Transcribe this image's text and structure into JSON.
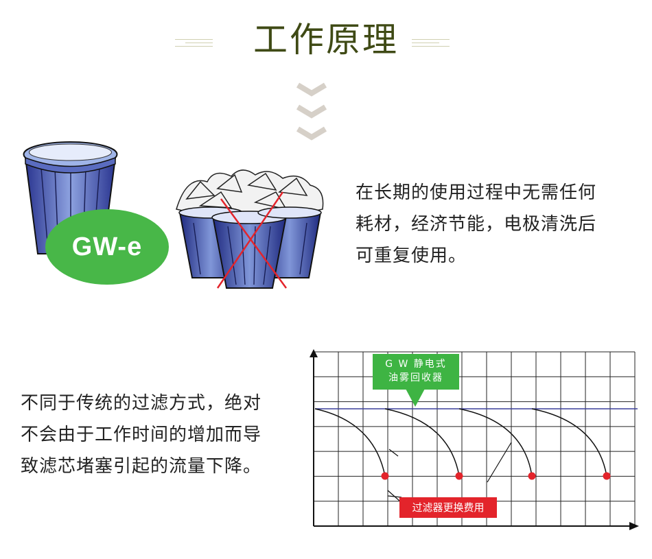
{
  "header": {
    "title": "工作原理"
  },
  "illustration": {
    "badge_label": "GW-e"
  },
  "section1": {
    "lines": [
      "在长期的使用过程中无需任何",
      "耗材，经济节能，电极清洗后",
      "可重复使用。"
    ]
  },
  "section2": {
    "lines": [
      "不同于传统的过滤方式，绝对",
      "不会由于工作时间的增加而导",
      "致滤芯堵塞引起的流量下降。"
    ]
  },
  "chart": {
    "legend_green_lines": [
      "G W 静电式",
      "油雾回收器"
    ],
    "legend_red": "过滤器更换费用",
    "colors": {
      "green": "#3eb443",
      "red": "#e3242b",
      "blue_line": "#3a3f9a",
      "grid": "#222222"
    }
  }
}
